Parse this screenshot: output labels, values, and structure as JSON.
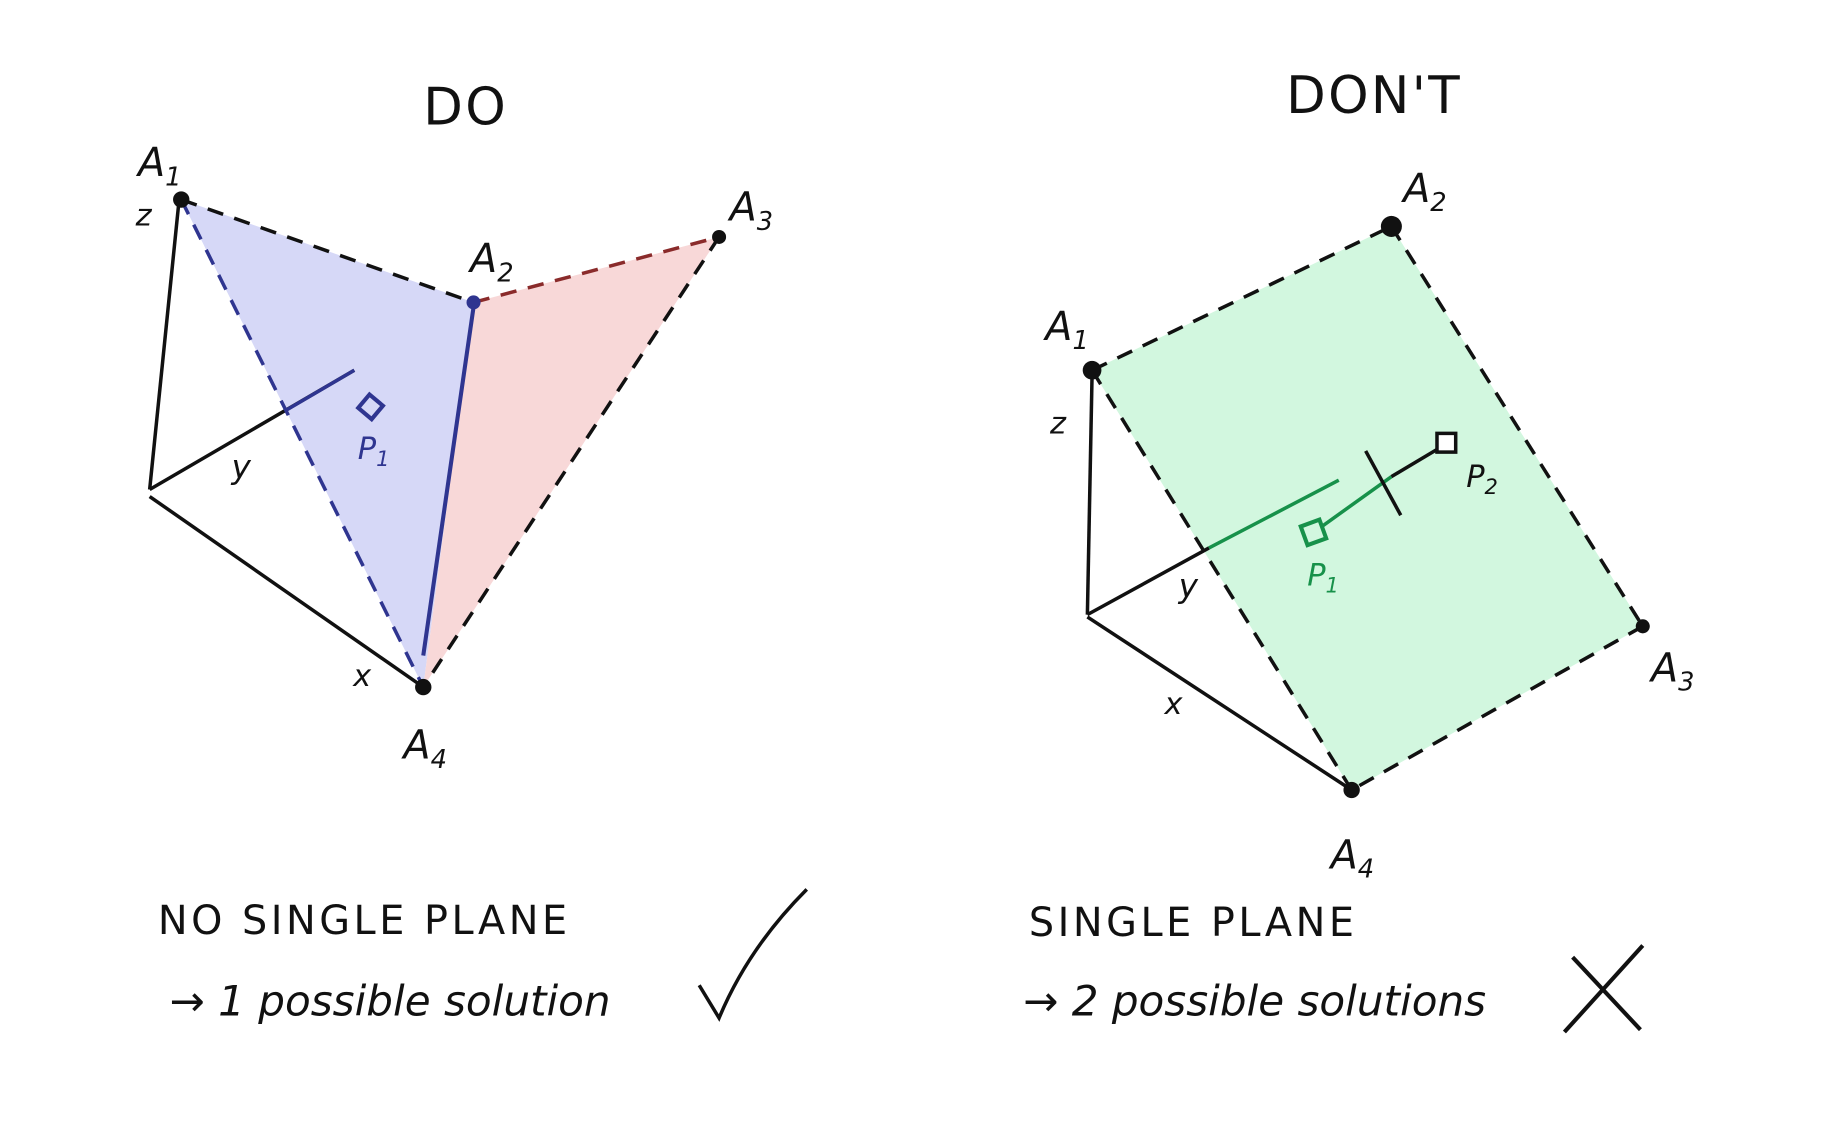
{
  "panels": {
    "do": {
      "title": "DO",
      "points": {
        "a1": "A",
        "a1_sub": "1",
        "a2": "A",
        "a2_sub": "2",
        "a3": "A",
        "a3_sub": "3",
        "a4": "A",
        "a4_sub": "4",
        "p1": "P",
        "p1_sub": "1"
      },
      "axes": {
        "x": "x",
        "y": "y",
        "z": "z"
      },
      "caption": "NO SINGLE PLANE",
      "result": "→ 1 possible solution",
      "mark": "check"
    },
    "dont": {
      "title": "DON'T",
      "points": {
        "a1": "A",
        "a1_sub": "1",
        "a2": "A",
        "a2_sub": "2",
        "a3": "A",
        "a3_sub": "3",
        "a4": "A",
        "a4_sub": "4",
        "p1": "P",
        "p1_sub": "1",
        "p2": "P",
        "p2_sub": "2"
      },
      "axes": {
        "x": "x",
        "y": "y",
        "z": "z"
      },
      "caption": "SINGLE PLANE",
      "result": "→ 2 possible solutions",
      "mark": "cross"
    }
  },
  "colors": {
    "blue_fill": "#d6d8f7",
    "red_fill": "#f8d8d8",
    "green_fill": "#d2f7df",
    "blue": "#2f3590",
    "green": "#17914a",
    "ink": "#111111"
  }
}
